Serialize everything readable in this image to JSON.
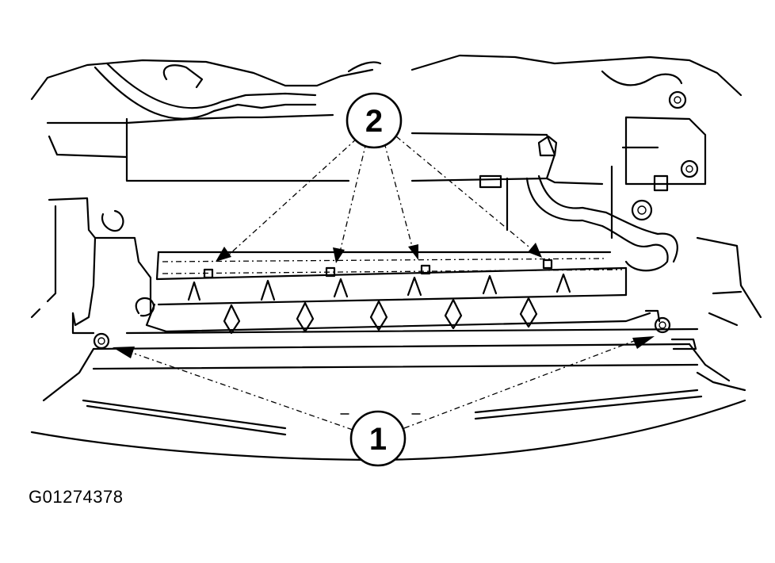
{
  "figure": {
    "id": "G01274378"
  },
  "callouts": [
    {
      "label": "2",
      "target_count": 4
    },
    {
      "label": "1",
      "target_count": 2
    }
  ]
}
